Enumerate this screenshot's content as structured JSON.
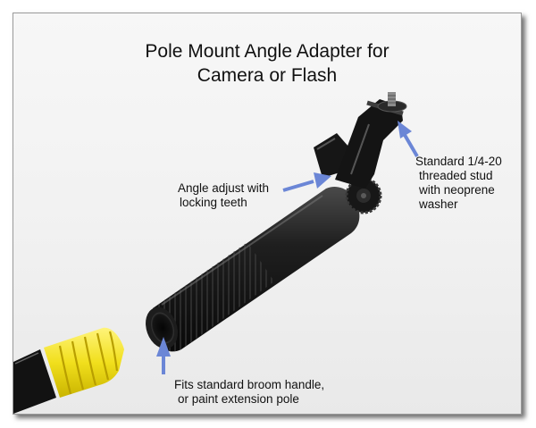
{
  "title": {
    "line1": "Pole Mount Angle Adapter for",
    "line2": "Camera or Flash"
  },
  "callouts": {
    "stud": [
      "Standard 1/4-20",
      "threaded stud",
      "with neoprene",
      "washer"
    ],
    "angle": [
      "Angle adjust with",
      "locking teeth"
    ],
    "handle": [
      "Fits standard broom handle,",
      "or paint extension pole"
    ]
  },
  "colors": {
    "arrow": "#6b86d6",
    "adapter": "#1c1c1c",
    "broom_handle_yellow": "#f2e21a"
  }
}
